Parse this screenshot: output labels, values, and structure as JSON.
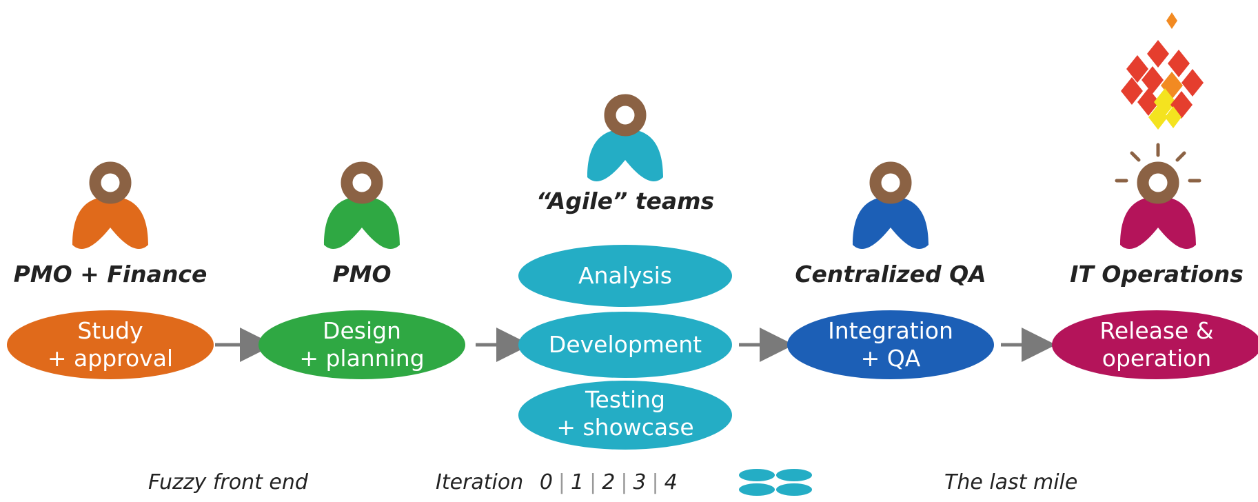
{
  "colors": {
    "head": "#8B6244",
    "orange": "#E06A1B",
    "green": "#2FA843",
    "cyan": "#24ADC5",
    "blue": "#1C5FB6",
    "crimson": "#B4145A",
    "arrow": "#7a7a7a",
    "fire_red": "#E53E2E",
    "fire_orange": "#F28A22",
    "fire_yellow": "#F4E31F"
  },
  "roles": [
    {
      "label": "PMO + Finance",
      "color_key": "orange"
    },
    {
      "label": "PMO",
      "color_key": "green"
    },
    {
      "label": "“Agile” teams",
      "color_key": "cyan"
    },
    {
      "label": "Centralized QA",
      "color_key": "blue"
    },
    {
      "label": "IT Operations",
      "color_key": "crimson"
    }
  ],
  "stages": [
    {
      "line1": "Study",
      "line2": "+ approval"
    },
    {
      "line1": "Design",
      "line2": "+ planning"
    },
    {
      "line1": "Analysis"
    },
    {
      "line1": "Development"
    },
    {
      "line1": "Testing",
      "line2": "+ showcase"
    },
    {
      "line1": "Integration",
      "line2": "+ QA"
    },
    {
      "line1": "Release &",
      "line2": "operation"
    }
  ],
  "footer": {
    "left": "Fuzzy front end",
    "iteration_label": "Iteration",
    "iterations": [
      "0",
      "1",
      "2",
      "3",
      "4"
    ],
    "right": "The last mile"
  },
  "icons": {
    "person": "person-icon",
    "fire": "fire-icon",
    "rays": "burst-rays-icon",
    "arrow": "arrow-right-icon"
  }
}
